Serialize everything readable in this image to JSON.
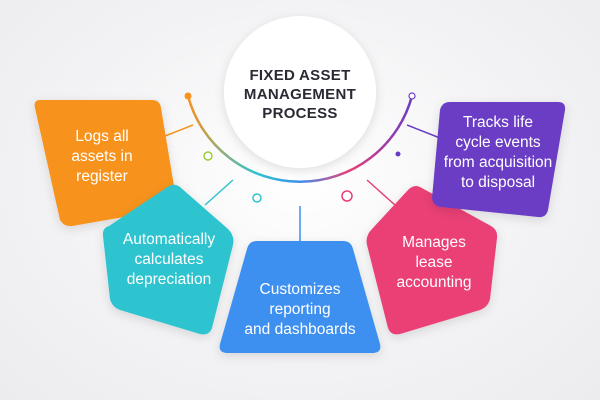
{
  "title": "FIXED ASSET\nMANAGEMENT\nPROCESS",
  "steps": [
    {
      "label": "Logs all\nassets in\nregister",
      "color": "#f7931e"
    },
    {
      "label": "Automatically\ncalculates\ndepreciation",
      "color": "#2ec4cf"
    },
    {
      "label": "Customizes\nreporting\nand dashboards",
      "color": "#3d8ff0"
    },
    {
      "label": "Manages\nlease\naccounting",
      "color": "#ea3f76"
    },
    {
      "label": "Tracks life\ncycle events\nfrom acquisition\nto disposal",
      "color": "#6a3cc4"
    }
  ]
}
